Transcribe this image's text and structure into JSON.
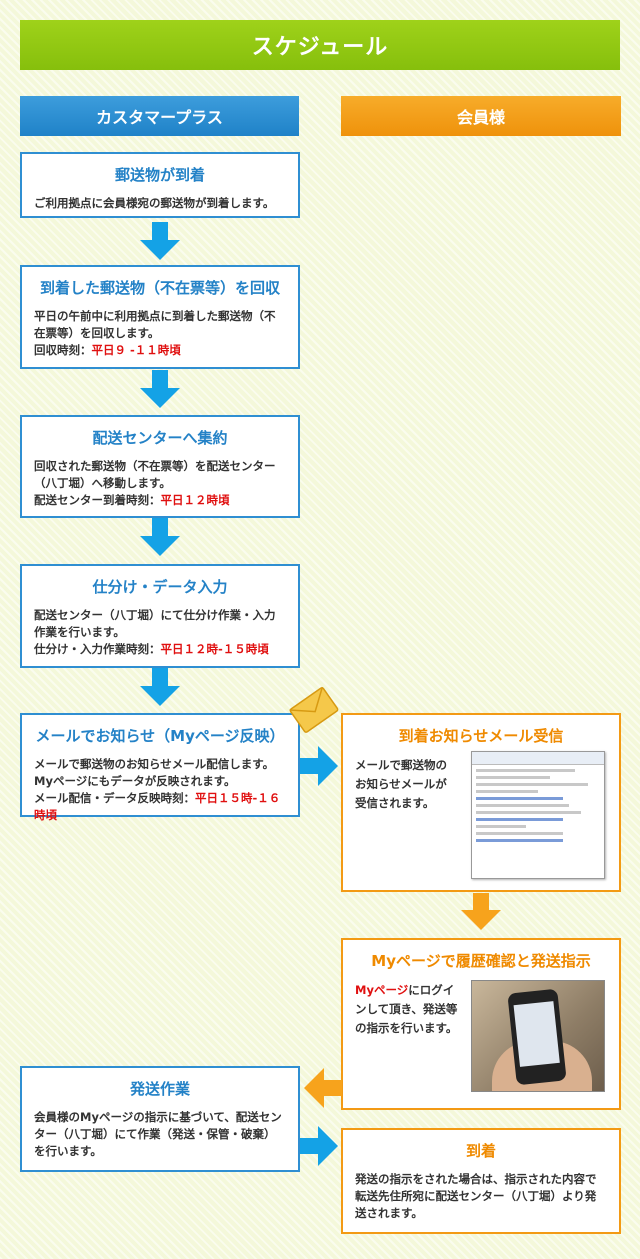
{
  "header": {
    "title": "スケジュール"
  },
  "columns": {
    "left": "カスタマープラス",
    "right": "会員様"
  },
  "steps": {
    "s1": {
      "title": "郵送物が到着",
      "body": "ご利用拠点に会員様宛の郵送物が到着します。"
    },
    "s2": {
      "title": "到着した郵送物（不在票等）を回収",
      "body1": "平日の午前中に利用拠点に到着した郵送物（不在票等）を回収します。",
      "time_label": "回収時刻：",
      "time_value": "平日９ -１１時頃"
    },
    "s3": {
      "title": "配送センターへ集約",
      "body1": "回収された郵送物（不在票等）を配送センター（八丁堀）へ移動します。",
      "time_label": "配送センター到着時刻：",
      "time_value": "平日１２時頃"
    },
    "s4": {
      "title": "仕分け・データ入力",
      "body1": "配送センター（八丁堀）にて仕分け作業・入力作業を行います。",
      "time_label": "仕分け・入力作業時刻：",
      "time_value": "平日１２時-１５時頃"
    },
    "s5": {
      "title": "メールでお知らせ（Myページ反映）",
      "body1": "メールで郵送物のお知らせメール配信します。Myページにもデータが反映されます。",
      "time_label": "メール配信・データ反映時刻：",
      "time_value": "平日１５時-１６時頃"
    },
    "r1": {
      "title": "到着お知らせメール受信",
      "body": "メールで郵送物のお知らせメールが受信されます。"
    },
    "r2": {
      "title": "Myページで履歴確認と発送指示",
      "link": "Myページ",
      "body": "にログインして頂き、発送等の指示を行います。"
    },
    "s6": {
      "title": "発送作業",
      "body": "会員様のMyページの指示に基づいて、配送センター（八丁堀）にて作業（発送・保管・破棄）を行います。"
    },
    "r3": {
      "title": "到着",
      "body": "発送の指示をされた場合は、指示された内容で転送先住所宛に配送センター（八丁堀）より発送されます。"
    }
  },
  "colors": {
    "green": "#8fc813",
    "blue": "#2f8fd2",
    "orange": "#f39a14",
    "red": "#e01010",
    "arrow_blue": "#14a2e6"
  }
}
